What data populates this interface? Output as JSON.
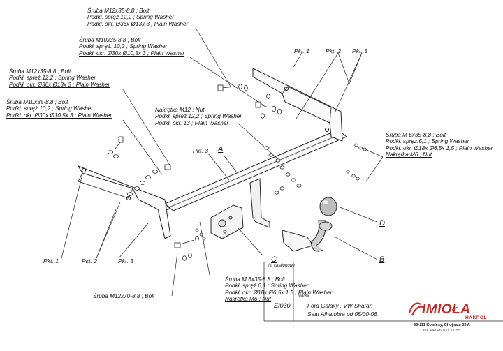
{
  "labels": {
    "top_bolt_m12": [
      "Śruba M12x35-8.8 ;  Bolt",
      "Podkł. spręż.12,2 ; Spring Washer",
      "Podkł. okr.  Ø36x Ø13x 3 ; Plain Washer"
    ],
    "top_bolt_m10": [
      "Śruba M10x35-8.8 ;  Bolt",
      "Podkł. spręż. 10,2 ; Spring Washer",
      "Podkł. okr.  Ø30x Ø10,5x 3 ; Plain Washer"
    ],
    "left_bolt_m12": [
      "Śruba M12x35-8.8 ;  Bolt",
      "Podkł. spręż.12,2 ; Spring Washer",
      "Podkł. okr.  Ø36x Ø13x 3 ; Plain Washer"
    ],
    "left_bolt_m10": [
      "Śruba M10x35-8.8 ;  Bolt",
      "Podkł. spręż.10,2 ; Spring Washer",
      "Podkł. okr.  Ø30x Ø10,5x 3 ; Plain Washer"
    ],
    "nut_m12": [
      "Nakrętka  M12 ; Nut",
      "Podkł. spręż.12,2 ; Spring Washer",
      "Podkł. okr. 13 ; Plain Washer"
    ],
    "bolt_m6_right": [
      "Śruba M 6x35-8.8 ;  Bolt",
      "Podkł. spręż.6,1 ; Spring Washer",
      "Podkł. okr.  Ø18x Ø6,5x 1,5 ; Plain Washer",
      "Nakrętka  M6 ; Nut"
    ],
    "bolt_m6_bottom": [
      "Śruba M 6x35-8.8 ;  Bolt",
      "Podkł. spręż.6,1 ; Spring Washer",
      "Podkł. okr.  Ø18x Ø6,5x 1,5 ; Plain Washer",
      "Nakrętka  M6 ; Nut"
    ],
    "bolt_m12x70": "Śruba M12x70-8.8 ;  Bolt"
  },
  "callouts": {
    "pkt1_top": "Pkt. 1",
    "pkt2_top": "Pkt. 2",
    "pkt3_top": "Pkt. 3",
    "pkt3_mid": "Pkt. 3",
    "pkt1_bottom": "Pkt. 1",
    "pkt2_bottom": "Pkt. 2",
    "pkt3_bottom": "Pkt. 3"
  },
  "letters": {
    "a": "A",
    "b": "B",
    "c": "C",
    "d": "D"
  },
  "info": {
    "catalog_caption": "Nr katalogowy",
    "catalog_number": "E/030",
    "brand_caption": "Marka",
    "vehicle_line1": "Ford Galaxy ,  VW Sharan",
    "vehicle_line2": "Seat Alhambra    od 05/00-06"
  },
  "logo": {
    "name": "IMIOŁA",
    "sub": "HAKPOL",
    "address": "96-111 Kowiesy, Chojnata 33 A",
    "phone": "tel: +48 46 831 71 55",
    "color": "#c62828"
  }
}
